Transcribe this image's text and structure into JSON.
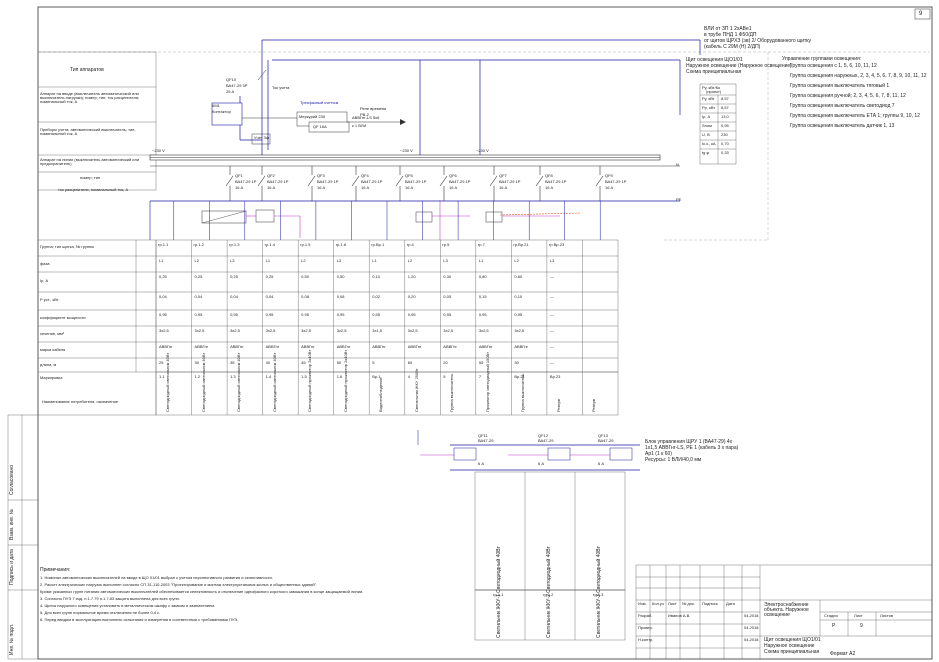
{
  "sheet": {
    "page_number": "9",
    "format": "Формат А2"
  },
  "supply": {
    "line1": "ВЛИ от ЗП 1 2хАВе1",
    "line2": "в трубе ПНД 1 Ф50/ДП",
    "line3": "от щитов ЩРХЗ (эв) 2/ Оборудованного щитку",
    "line4": "(кабель С 29М (Н) 2/ДП)"
  },
  "panel": {
    "title_line1": "Щит освещения ЩО1/01",
    "title_line2": "Наружное освещение (Наружное освещение)",
    "title_line3": "Схема принципиальная"
  },
  "params_table": {
    "header": "Ру, кВт/Ко",
    "header2": "(проект)",
    "rows": [
      {
        "k": "Ру, кВт",
        "v": "8,57"
      },
      {
        "k": "Рр, кВт",
        "v": "8,57"
      },
      {
        "k": "Ip, А",
        "v": "13,0"
      },
      {
        "k": "Sном",
        "v": "0,95"
      },
      {
        "k": "U, В",
        "v": "230"
      },
      {
        "k": "Iк.з., кА",
        "v": "0,70"
      },
      {
        "k": "tg φ",
        "v": "0,33"
      }
    ]
  },
  "group_control": {
    "title": "Управление группами освещения:",
    "items": [
      "Группа освещения с 1, 5, 6, 10, 11, 12",
      "Группа освещения наружных, 2, 3, 4, 5, 6, 7, 8, 9, 10, 11, 12",
      "Группа освещения выключатель тяговый 1",
      "Группа освещения ручной; 2, 3, 4, 5, 6, 7, 8, 11, 12",
      "Группа освещения выключатель светодиод 7",
      "Группа освещения выключатель ЕТА 1; группы 9, 10, 12",
      "Группа освещения выключатель датчик 1, 13"
    ]
  },
  "left_labels": {
    "apparatus": "Тип аппаратов",
    "input_breaker": "Аппарат на вводе (выключатель автоматический или выключатель нагрузки); номер; тип; ток расцепителя; номинальный ток, А",
    "metering": "Приборы учета; автоматический выключатель; тип; номинальный ток, А",
    "lines": "Аппарат на линии (выключатель автоматический или предохранитель)",
    "num_type": "номер; тип",
    "release": "ток расцепителя, номинальный ток, А",
    "line_group": "Группа; тип щитка, № группы",
    "phase": "фаза",
    "ip": "Ip, А",
    "ptotal": "Р уст., кВт",
    "coef": "коэффициент мощности",
    "sections": "сечение, мм²",
    "brand": "марка кабеля",
    "length": "длина, м",
    "labeling": "Маркировка",
    "receiver": "Наименование потребителя, назначение"
  },
  "main_breaker": {
    "name": "QF10",
    "type": "ВА47-29 3Р",
    "rating": "25 А"
  },
  "contactor": {
    "name": "КМ1",
    "type": "Контактор",
    "note": "Ток учета"
  },
  "meter": {
    "name": "Трехфазный счетчик",
    "model": "Меркурий 230",
    "box": "QF 16А",
    "sub": "Учет 3ф"
  },
  "timer": {
    "label": "Реле времени",
    "model": "РВ-2"
  },
  "ewire": {
    "label": "АВВГнг-LS 5х6",
    "ref": "к 1 ВЛИ"
  },
  "phase_labels": {
    "L1": "~230 V",
    "L2": "~230 V",
    "L3": "~230 V",
    "N": "N",
    "PE": "PE"
  },
  "breakers": [
    {
      "id": "QF1",
      "type": "ВА47-29 1Р",
      "rating": "16 А"
    },
    {
      "id": "QF2",
      "type": "ВА47-29 1Р",
      "rating": "16 А"
    },
    {
      "id": "QF3",
      "type": "ВА47-29 1Р",
      "rating": "16 А"
    },
    {
      "id": "QF4",
      "type": "ВА47-29 1Р",
      "rating": "16 А"
    },
    {
      "id": "QF5",
      "type": "ВА47-29 1Р",
      "rating": "16 А"
    },
    {
      "id": "QF6",
      "type": "ВА47-29 1Р",
      "rating": "16 А"
    },
    {
      "id": "QF7",
      "type": "ВА47-29 1Р",
      "rating": "16 А"
    },
    {
      "id": "QF8",
      "type": "ВА47-29 1Р",
      "rating": "16 А"
    },
    {
      "id": "QF9",
      "type": "ВА47-29 1Р",
      "rating": "16 А"
    }
  ],
  "groups": [
    {
      "name": "гр.1.1",
      "phase": "L1",
      "ip": "0,25",
      "p": "0,04",
      "cos": "0,95",
      "sect": "3х2,5",
      "brand": "АВВГнг",
      "len": "25",
      "mark": "1.1",
      "receiver": "Светодиодный светильник 40Вт"
    },
    {
      "name": "гр.1.2",
      "phase": "L2",
      "ip": "0,25",
      "p": "0,04",
      "cos": "0,95",
      "sect": "3х2,5",
      "brand": "АВВГнг",
      "len": "30",
      "mark": "1.2",
      "receiver": "Светодиодный светильник 40Вт"
    },
    {
      "name": "гр.1.3",
      "phase": "L3",
      "ip": "0,25",
      "p": "0,04",
      "cos": "0,95",
      "sect": "3х2,5",
      "brand": "АВВГнг",
      "len": "35",
      "mark": "1.3",
      "receiver": "Светодиодный светильник 40Вт"
    },
    {
      "name": "гр.1.4",
      "phase": "L1",
      "ip": "0,25",
      "p": "0,04",
      "cos": "0,95",
      "sect": "3х2,5",
      "brand": "АВВГнг",
      "len": "40",
      "mark": "1.4",
      "receiver": "Светодиодный светильник 40Вт"
    },
    {
      "name": "гр.1.5",
      "phase": "L2",
      "ip": "0,50",
      "p": "0,08",
      "cos": "0,95",
      "sect": "3х2,5",
      "brand": "АВВГнг",
      "len": "45",
      "mark": "1.5",
      "receiver": "Светодиодный прожектор 2х40Вт"
    },
    {
      "name": "гр.1.6",
      "phase": "L3",
      "ip": "0,50",
      "p": "0,08",
      "cos": "0,95",
      "sect": "3х2,5",
      "brand": "АВВГнг",
      "len": "50",
      "mark": "1.6",
      "receiver": "Светодиодный прожектор 2х40Вт"
    },
    {
      "name": "гр.Вр.1",
      "phase": "L1",
      "ip": "0,10",
      "p": "0,02",
      "cos": "0,95",
      "sect": "3х1,5",
      "brand": "АВВГнг",
      "len": "5",
      "mark": "Вр.1",
      "receiver": "Видеонаблюдение"
    },
    {
      "name": "гр.4",
      "phase": "L2",
      "ip": "1,20",
      "p": "0,20",
      "cos": "0,95",
      "sect": "3х2,5",
      "brand": "АВВГнг",
      "len": "60",
      "mark": "4",
      "receiver": "Светильник ЖКУ 250Вт"
    },
    {
      "name": "гр.5",
      "phase": "L3",
      "ip": "0,30",
      "p": "0,05",
      "cos": "0,95",
      "sect": "3х2,5",
      "brand": "АВВГнг",
      "len": "20",
      "mark": "5",
      "receiver": "Группа выключатель"
    },
    {
      "name": "гр.7",
      "phase": "L1",
      "ip": "0,80",
      "p": "0,15",
      "cos": "0,95",
      "sect": "3х2,5",
      "brand": "АВВГнг",
      "len": "55",
      "mark": "7",
      "receiver": "Прожектор светодиодный 150Вт"
    },
    {
      "name": "гр.Вр.21",
      "phase": "L2",
      "ip": "0,60",
      "p": "0,10",
      "cos": "0,95",
      "sect": "3х2,5",
      "brand": "АВВГнг",
      "len": "30",
      "mark": "Вр.21",
      "receiver": "Группа выключатель"
    },
    {
      "name": "гр.Вр.23",
      "phase": "L3",
      "ip": "—",
      "p": "—",
      "cos": "—",
      "sect": "—",
      "brand": "—",
      "len": "—",
      "mark": "Вр.23",
      "receiver": "Резерв"
    },
    {
      "name": "",
      "phase": "",
      "ip": "",
      "p": "",
      "cos": "",
      "sect": "",
      "brand": "",
      "len": "",
      "mark": "",
      "receiver": "Резерв"
    }
  ],
  "subpanel": {
    "title": "Блок управления ЩРУ 1 (ВА47-29) 4х",
    "line1": "1х1,5 АВВГнг-LS, РЕ 1 (кабель 3 х пара)",
    "line2": "Ар1 (1 к 60)",
    "line3": "Ресурсы: 1 ВЛИ/40,0 мм",
    "breakers": [
      {
        "id": "QF11",
        "type": "ВА47-29",
        "rating": "6 А"
      },
      {
        "id": "QF12",
        "type": "ВА47-29",
        "rating": "6 А"
      },
      {
        "id": "QF13",
        "type": "ВА47-29",
        "rating": "6 А"
      }
    ],
    "groups": [
      {
        "name": "гр.1.1",
        "receiver": "Светильник ЖКУ-1 Светодиодный 40Вт"
      },
      {
        "name": "гр.1.2",
        "receiver": "Светильник ЖКУ-2 Светодиодный 40Вт"
      },
      {
        "name": "гр.1.3",
        "receiver": "Светильник ЖКУ-3 Светодиодный 40Вт"
      }
    ]
  },
  "notes": {
    "title": "Примечания:",
    "items": [
      "1. Номинал автоматических выключателей на вводе в ЩО 01/01 выбран с учетом перспективного развития и селективности.",
      "2. Расчет электрических нагрузок выполнен согласно СП 31-110-2003 \"Проектирование и монтаж электроустановок жилых и общественных зданий\".",
      "Кроме указанных групп питания автоматических выключателей обеспечивается селективность и отключение однофазного короткого замыкания в конце защищаемой линии.",
      "3. Согласно ПУЭ 7 изд. п.1.7.79 п.1.7.83 защита выполнена для всех групп.",
      "4. Щиток наружного освещения установить в металлическом шкафу с замком и заземлением.",
      "5. Для всех групп нормальное время отключения не более 0,4 с.",
      "6. Перед вводом в эксплуатацию выполнить испытания и измерения в соответствии с требованиями ПУЭ."
    ]
  },
  "stamp": {
    "head_cols": [
      "Изм.",
      "Кол.уч",
      "Лист",
      "№ док.",
      "Подпись",
      "Дата"
    ],
    "rows": [
      {
        "role": "Разраб.",
        "name": "Иванов А.В.",
        "date": "04.2018"
      },
      {
        "role": "Провер.",
        "name": "",
        "date": "04.2018"
      },
      {
        "role": "Н.контр.",
        "name": "",
        "date": "04.2018"
      }
    ],
    "dates": [
      "04.2018",
      "04.2018",
      "04.2018",
      "04.2018"
    ],
    "project": "Электроснабжение объекта. Наружное освещение",
    "title_line1": "Щит освещения ЩО1/01",
    "title_line2": "Наружное освещение",
    "title_line3": "Схема принципиальная",
    "stage_h": "Стадия",
    "sheet_h": "Лист",
    "sheets_h": "Листов",
    "stage": "Р",
    "sheet": "9",
    "sheets": ""
  },
  "side_strip": {
    "labels": [
      "Согласовано",
      "Взам. инв. №",
      "Подпись и дата",
      "Инв. № подл."
    ]
  }
}
